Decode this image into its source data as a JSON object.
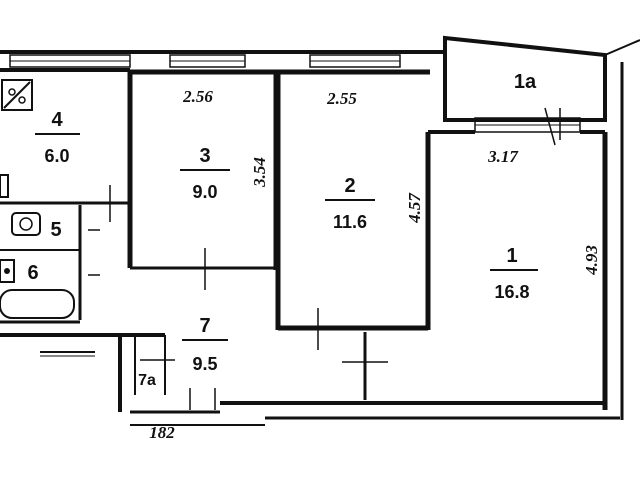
{
  "plan": {
    "rooms": [
      {
        "id": "1",
        "area": "16.8"
      },
      {
        "id": "1a",
        "area": ""
      },
      {
        "id": "2",
        "area": "11.6"
      },
      {
        "id": "3",
        "area": "9.0"
      },
      {
        "id": "4",
        "area": "6.0"
      },
      {
        "id": "5",
        "area": ""
      },
      {
        "id": "6",
        "area": ""
      },
      {
        "id": "7",
        "area": "9.5"
      },
      {
        "id": "7a",
        "area": ""
      }
    ],
    "dimensions": {
      "room3_width": "2.56",
      "room3_length": "3.54",
      "room2_width": "2.55",
      "room2_length": "4.57",
      "room1_width": "3.17",
      "room1_length": "4.93",
      "hall_width": "182"
    }
  },
  "colors": {
    "ink": "#111111",
    "paper": "#ffffff"
  }
}
